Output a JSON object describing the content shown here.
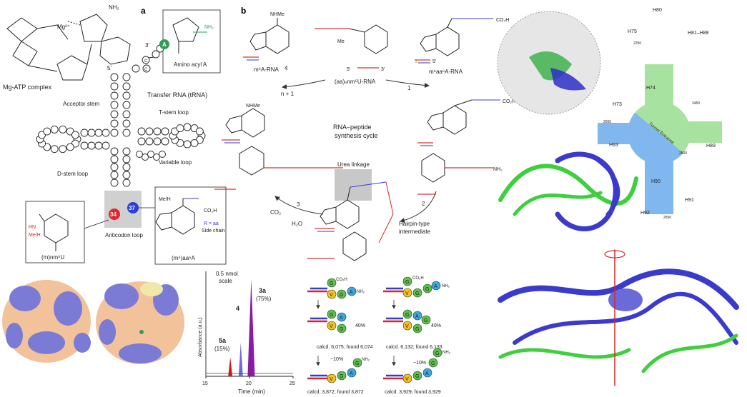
{
  "panel_a": {
    "label": "a",
    "mg_atp": "Mg-ATP complex",
    "amino_acyl": "Amino acyl A",
    "trna": "Transfer RNA (tRNA)",
    "acceptor": "Acceptor stem",
    "tstem": "T-stem loop",
    "variable": "Variable loop",
    "dstem": "D-stem loop",
    "anticodon": "Anticodon loop",
    "pos34": "34",
    "pos37": "37",
    "end3": "3'",
    "end5": "5'",
    "nuc_a": "A",
    "nuc_c1": "C",
    "nuc_c2": "C",
    "left_box_label": "(m)nm⁵U",
    "left_box_hn": "HN",
    "left_box_me": "Me/H",
    "right_box_meh": "Me/H",
    "right_box_co2h": "CO₂H",
    "right_box_r": "R = aa",
    "right_box_side": "Side chain",
    "right_box_label": "(m⁶)aa⁶A"
  },
  "panel_b": {
    "label": "b",
    "m6a": "m⁶A-RNA",
    "center_top": "(aa)ₙnm⁵U-RNA",
    "m6aa6a": "m⁶aa⁶A-RNA",
    "cycle1": "RNA–peptide",
    "cycle2": "synthesis cycle",
    "urea": "Urea linkage",
    "hairpin1": "Hairpin-type",
    "hairpin2": "intermediate",
    "step1": "1",
    "step2": "2",
    "step3": "3",
    "step4": "4",
    "n1": "n + 1",
    "co2": "CO₂",
    "h2o": "H₂O",
    "nhme": "NHMe",
    "me": "Me",
    "p3": "3'",
    "p5": "5'"
  },
  "chromatogram": {
    "ylabel": "Absorbance (a.u.)",
    "xlabel": "Time (min)",
    "scale1": "0.5 nmol",
    "scale2": "scale",
    "peak5a": "5a",
    "peak5a_pct": "(15%)",
    "peak4": "4",
    "peak3a": "3a",
    "peak3a_pct": "(75%)",
    "ticks": [
      "15",
      "20",
      "25"
    ]
  },
  "mass": {
    "pct40a": "40%",
    "pct40b": "40%",
    "pct10a": "~10%",
    "pct10b": "~10%",
    "calc1": "calcd. 6,075; found 6,074",
    "calc2": "calcd. 6,132; found 6,133",
    "calc3": "calcd. 3,872; found 3,872",
    "calc4": "calcd. 3,929; found 3,929",
    "co2h": "CO₂H",
    "nh2": "NH₂",
    "bead_g": "G",
    "bead_a": "A",
    "bead_v": "V"
  },
  "ribosome_map": {
    "h80": "H80",
    "h75": "H75",
    "h81": "H81–H88",
    "h74": "H74",
    "h73": "H73",
    "h93": "H93",
    "h89": "H89",
    "h90": "H90",
    "h91": "H91",
    "h92": "H92",
    "n2250": "2250",
    "n2450": "2450",
    "n2600": "2600",
    "n2500": "2500",
    "n2550": "2550",
    "tunnel": "Tunnel Entrance"
  },
  "chart_data": {
    "type": "line",
    "title": "",
    "xlabel": "Time (min)",
    "ylabel": "Absorbance (a.u.)",
    "xlim": [
      15,
      25
    ],
    "x_ticks": [
      15,
      20,
      25
    ],
    "peaks": [
      {
        "label": "5a",
        "time": 17.8,
        "height": 0.18,
        "percent": 15
      },
      {
        "label": "4",
        "time": 19.0,
        "height": 0.32
      },
      {
        "label": "3a",
        "time": 20.2,
        "height": 0.93,
        "percent": 75
      }
    ]
  }
}
